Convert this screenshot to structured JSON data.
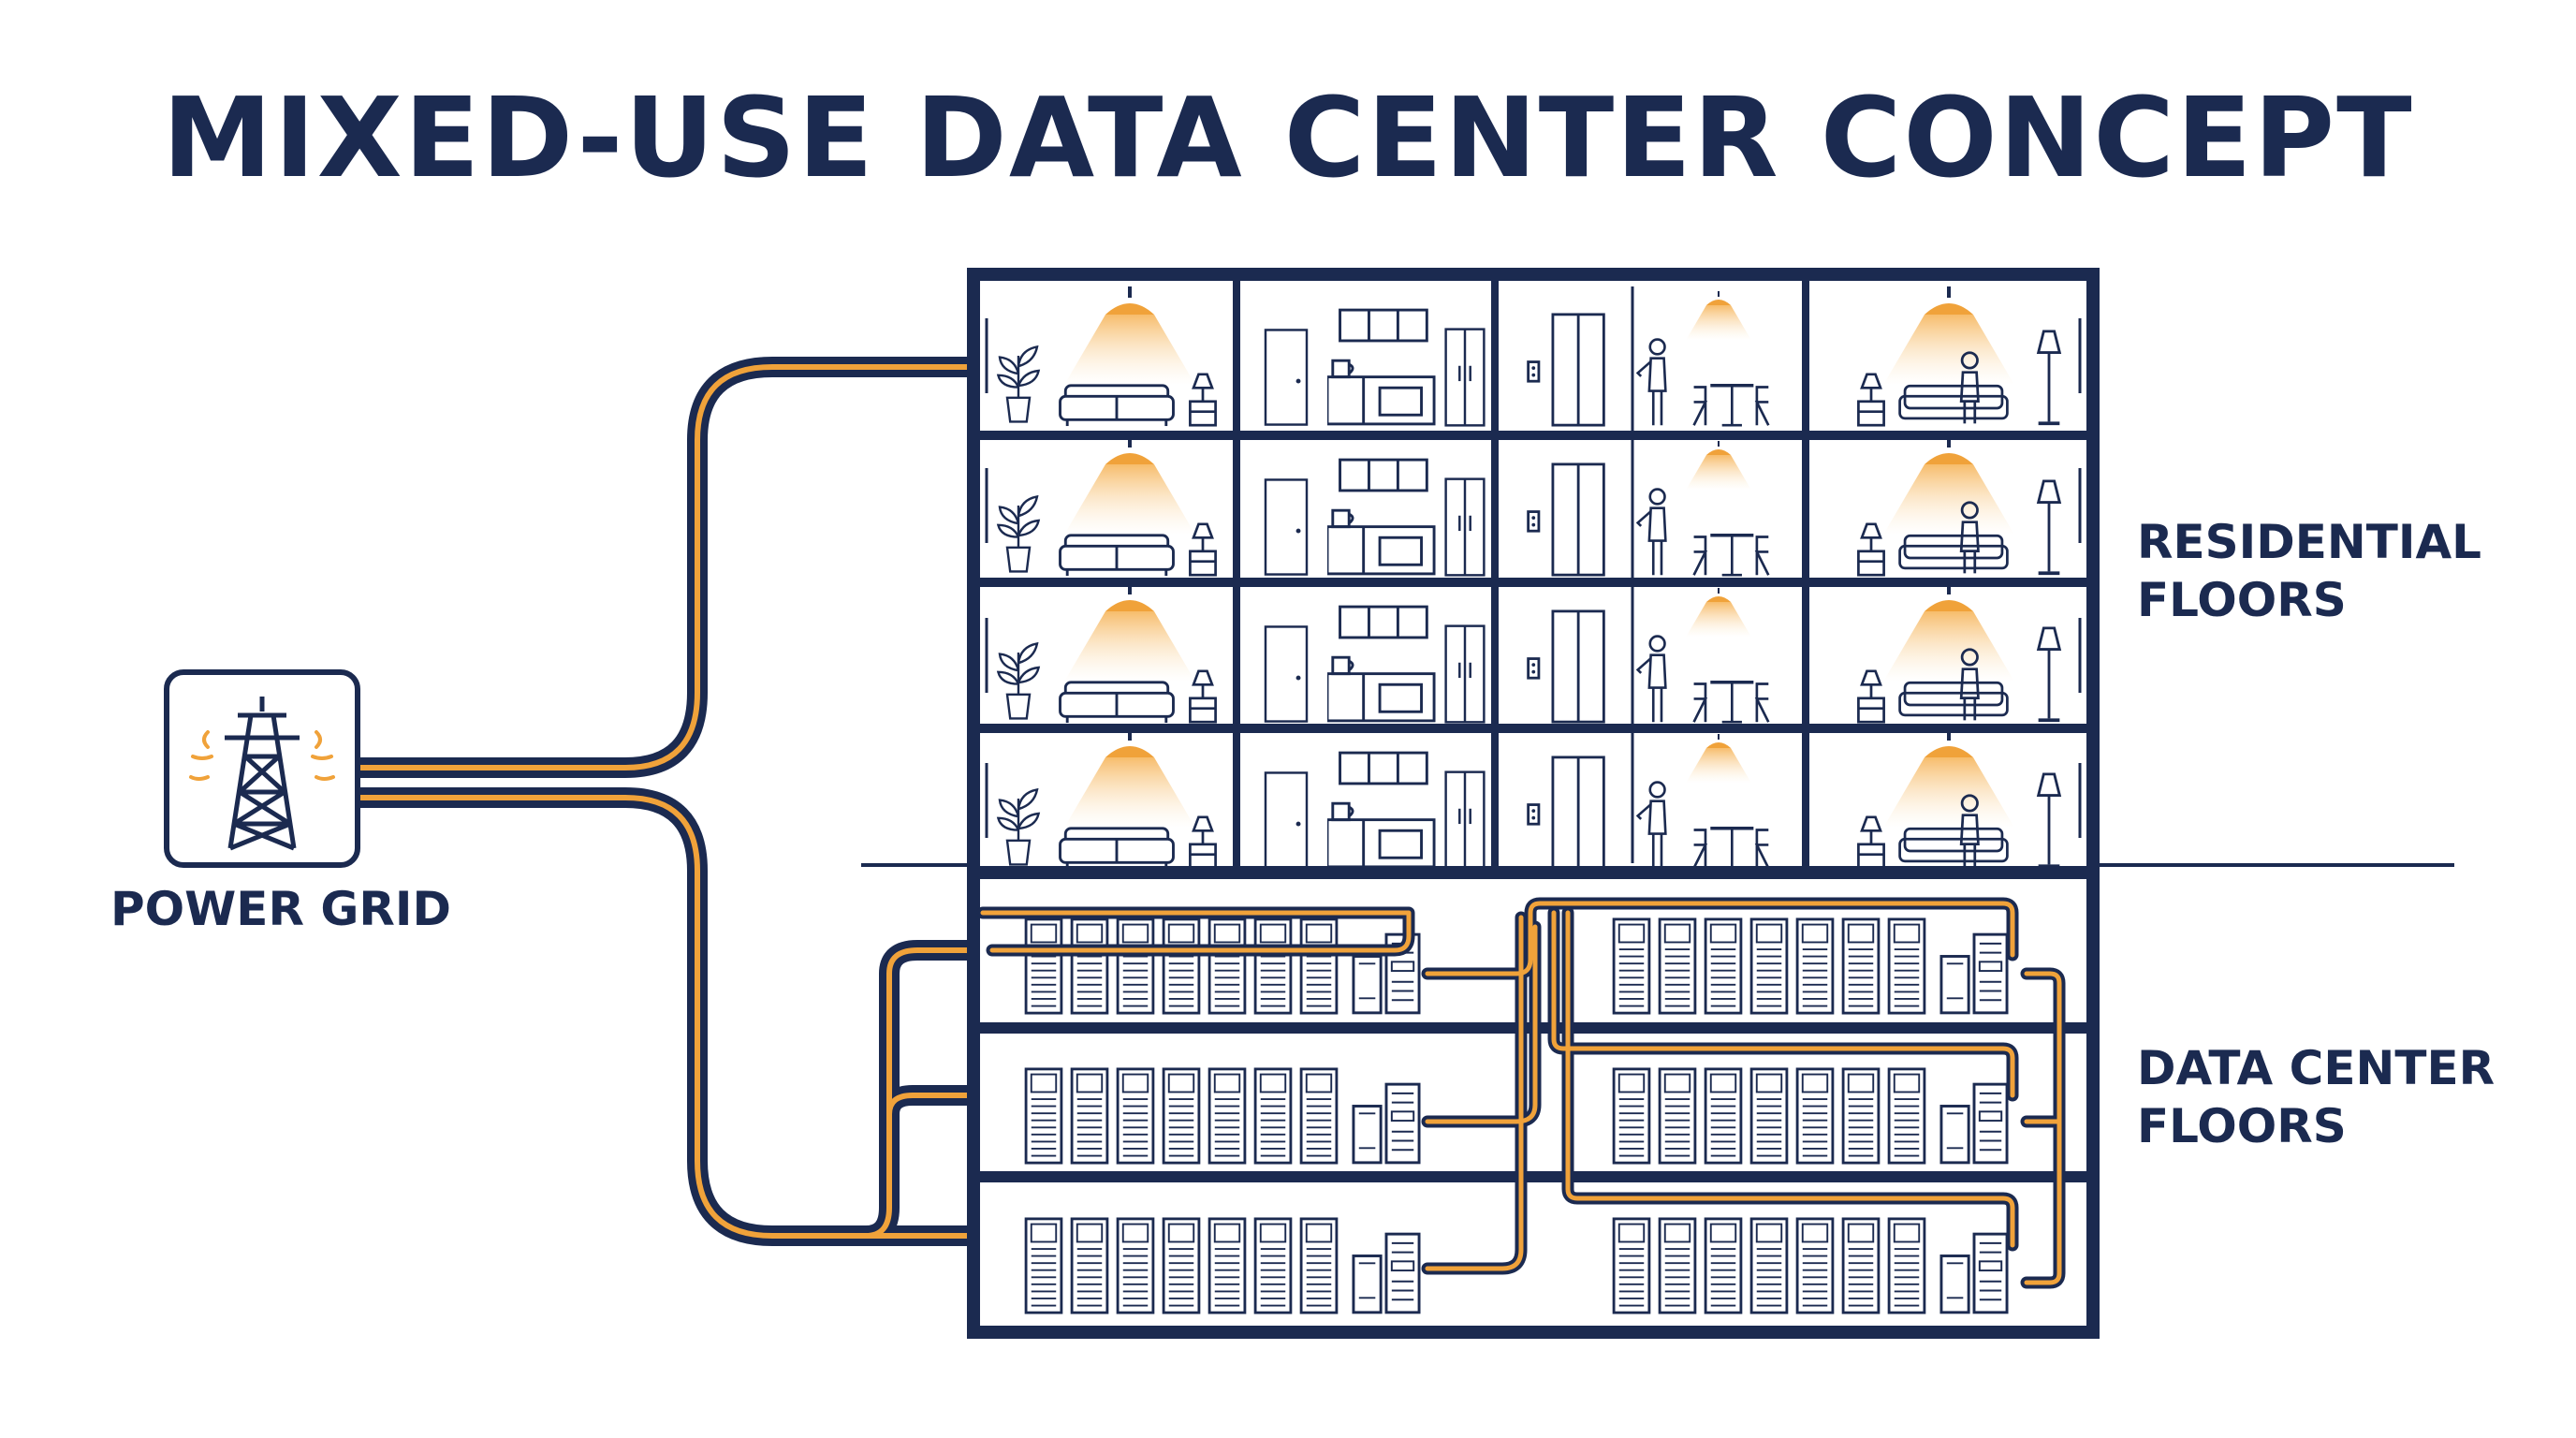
{
  "title": "MIXED-USE DATA CENTER CONCEPT",
  "labels": {
    "residential_line1": "RESIDENTIAL",
    "residential_line2": "FLOORS",
    "datacenter_line1": "DATA CENTER",
    "datacenter_line2": "FLOORS",
    "power_grid": "POWER GRID"
  },
  "colors": {
    "navy": "#1b2a50",
    "orange": "#f0a23a",
    "glow": "#f7c97a",
    "background": "#ffffff"
  },
  "building": {
    "residential_floor_count": 4,
    "datacenter_floor_count": 3,
    "rooms_per_residential_floor": [
      "living-room",
      "kitchen",
      "elevator-dining",
      "lounge"
    ]
  },
  "icons": [
    "transmission-tower-icon",
    "ceiling-lamp-icon",
    "sofa-icon",
    "plant-icon",
    "floor-lamp-icon",
    "door-icon",
    "refrigerator-icon",
    "elevator-icon",
    "person-icon",
    "table-icon",
    "server-rack-icon",
    "tower-server-icon"
  ]
}
